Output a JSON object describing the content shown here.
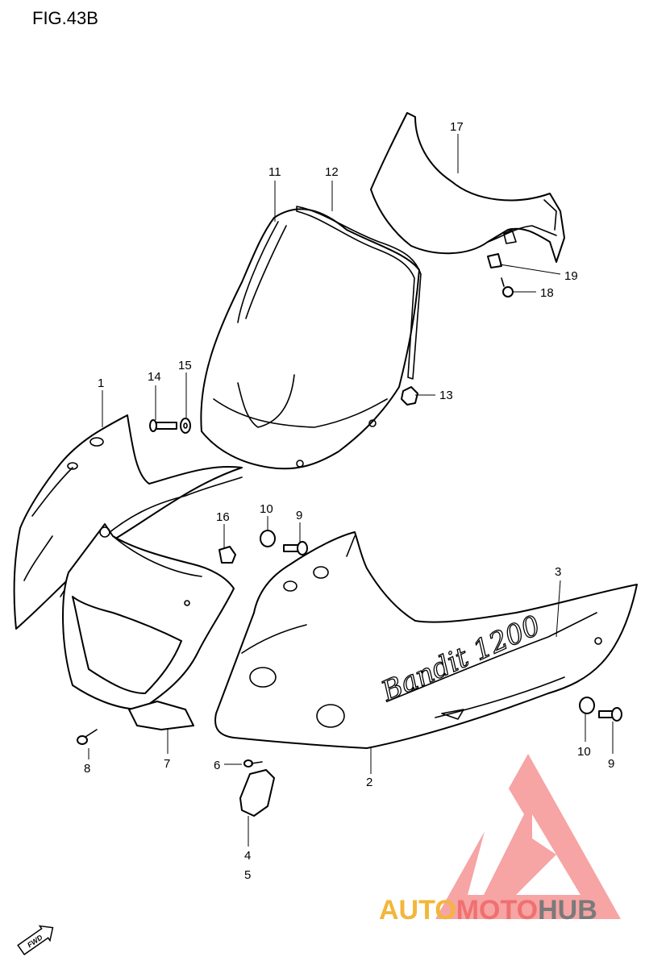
{
  "figure": {
    "title": "FIG.43B"
  },
  "callouts": {
    "c1": "1",
    "c2": "2",
    "c3": "3",
    "c4": "4",
    "c5": "5",
    "c6": "6",
    "c7": "7",
    "c8": "8",
    "c9a": "9",
    "c9b": "9",
    "c10a": "10",
    "c10b": "10",
    "c11": "11",
    "c12": "12",
    "c13": "13",
    "c14": "14",
    "c15": "15",
    "c16": "16",
    "c17": "17",
    "c18": "18",
    "c19": "19"
  },
  "fwd_marker": {
    "label": "FWD"
  },
  "watermark": {
    "part1": "AUTO",
    "part2": "MOTO",
    "part3": "HUB",
    "colors": {
      "auto": "#f3b63a",
      "moto": "#f07070",
      "hub": "#7a7a7a",
      "logo": "#f59a9a"
    }
  },
  "decal_text": "Bandit 1200"
}
